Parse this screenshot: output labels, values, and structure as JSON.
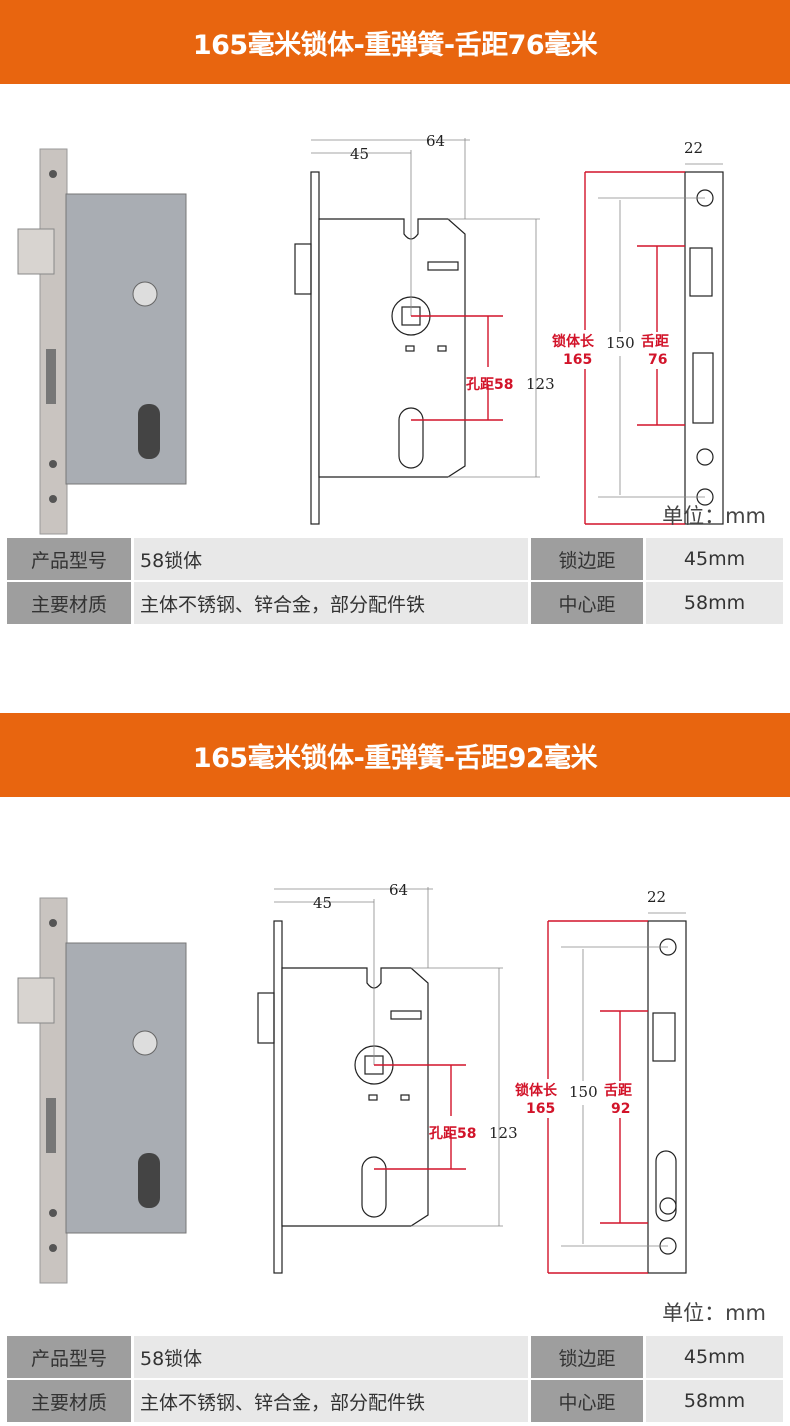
{
  "sections": [
    {
      "title": "165毫米锁体-重弹簧-舌距76毫米",
      "unit": "单位：mm",
      "dims": {
        "d64": "64",
        "d45": "45",
        "hole": "孔距58",
        "d123": "123",
        "d22": "22",
        "body_label": "锁体长",
        "body_val": "165",
        "d150": "150",
        "tongue_label": "舌距",
        "tongue_val": "76"
      },
      "specs": [
        {
          "label": "产品型号",
          "value": "58锁体",
          "label2": "锁边距",
          "value2": "45mm"
        },
        {
          "label": "主要材质",
          "value": "主体不锈钢、锌合金，部分配件铁",
          "label2": "中心距",
          "value2": "58mm"
        }
      ]
    },
    {
      "title": "165毫米锁体-重弹簧-舌距92毫米",
      "unit": "单位：mm",
      "dims": {
        "d64": "64",
        "d45": "45",
        "hole": "孔距58",
        "d123": "123",
        "d22": "22",
        "body_label": "锁体长",
        "body_val": "165",
        "d150": "150",
        "tongue_label": "舌距",
        "tongue_val": "92"
      },
      "specs": [
        {
          "label": "产品型号",
          "value": "58锁体",
          "label2": "锁边距",
          "value2": "45mm"
        },
        {
          "label": "主要材质",
          "value": "主体不锈钢、锌合金，部分配件铁",
          "label2": "中心距",
          "value2": "58mm"
        }
      ]
    }
  ],
  "colors": {
    "banner": "#e8650f",
    "dim_red": "#d2142a"
  }
}
